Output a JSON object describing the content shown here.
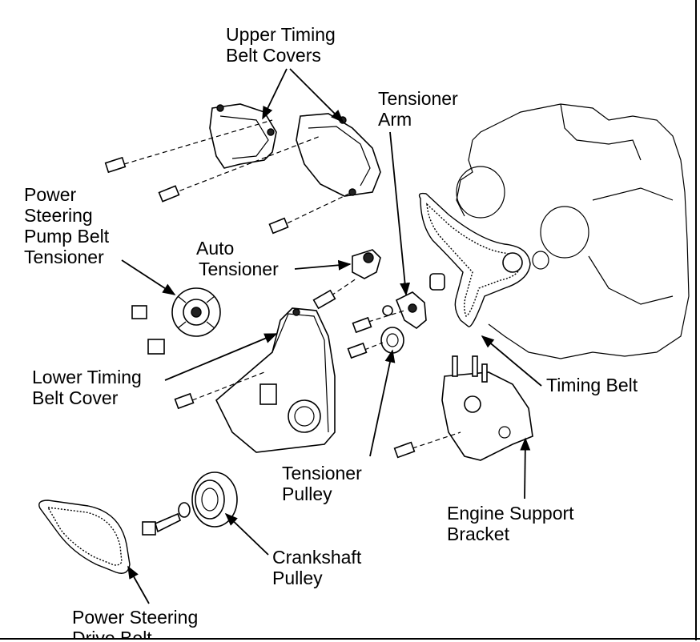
{
  "labels": {
    "upper_timing_belt_covers": [
      "Upper Timing",
      "Belt Covers"
    ],
    "tensioner_arm": [
      "Tensioner",
      "Arm"
    ],
    "power_steering_pump_belt_tensioner": [
      "Power",
      "Steering",
      "Pump Belt",
      "Tensioner"
    ],
    "auto_tensioner": [
      "Auto",
      "Tensioner"
    ],
    "lower_timing_belt_cover": [
      "Lower Timing",
      "Belt Cover"
    ],
    "timing_belt": [
      "Timing Belt"
    ],
    "tensioner_pulley": [
      "Tensioner",
      "Pulley"
    ],
    "engine_support_bracket": [
      "Engine Support",
      "Bracket"
    ],
    "crankshaft_pulley": [
      "Crankshaft",
      "Pulley"
    ],
    "power_steering_drive_belt": [
      "Power Steering",
      "Drive Belt"
    ]
  }
}
